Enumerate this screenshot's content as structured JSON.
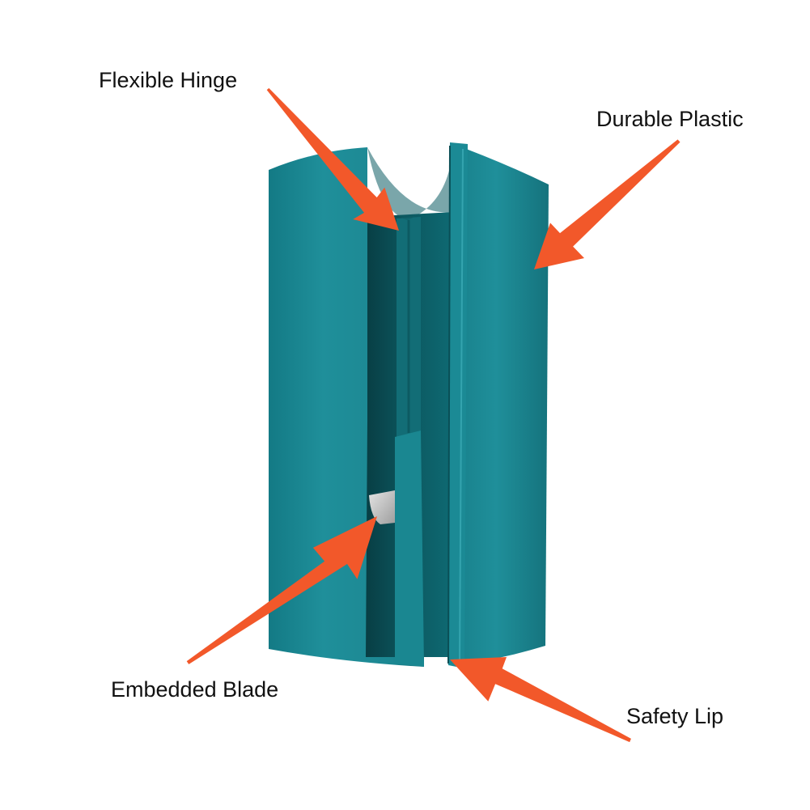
{
  "callouts": {
    "flexible_hinge": "Flexible Hinge",
    "durable_plastic": "Durable Plastic",
    "embedded_blade": "Embedded Blade",
    "safety_lip": "Safety Lip"
  },
  "colors": {
    "background": "#ffffff",
    "plastic_body": "#1f8f9a",
    "plastic_shadow": "#0c5f68",
    "plastic_interior": "#0a4b52",
    "plastic_highlight": "#3fb0ba",
    "blade": "#c9c9c9",
    "arrow": "#f2582a",
    "label_text": "#111111"
  }
}
